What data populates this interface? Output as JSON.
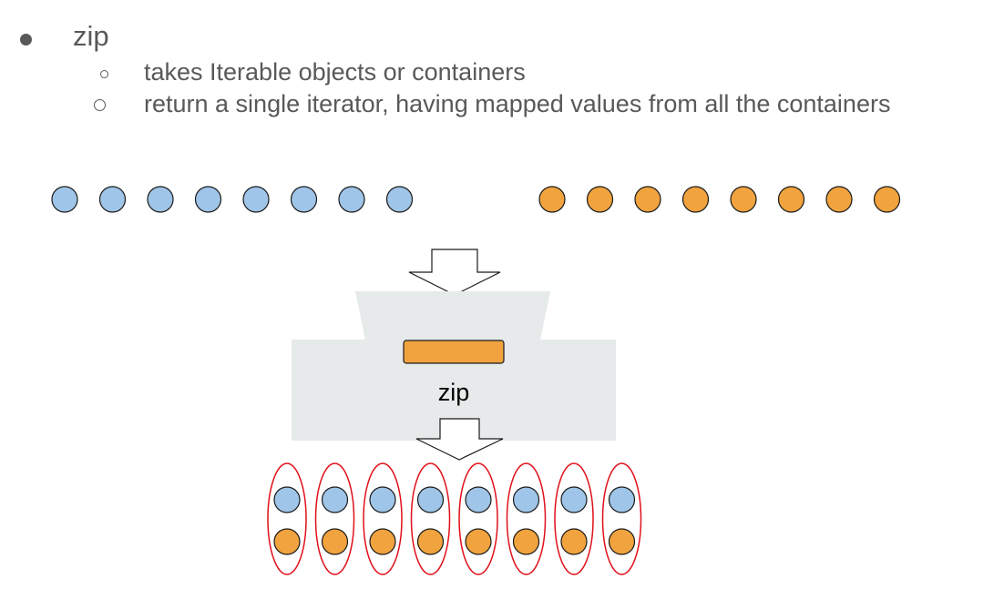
{
  "bullets": {
    "main": "zip",
    "sub": [
      "takes Iterable objects or containers",
      "return a single iterator, having mapped values from all the containers"
    ]
  },
  "diagram": {
    "box_label": "zip",
    "left_container_count": 8,
    "right_container_count": 8,
    "pair_count": 8,
    "colors": {
      "blue_fill": "#9fc5e8",
      "orange_fill": "#f0a33e",
      "machine_gray": "#e7eaea",
      "slot_fill": "#f0a33e",
      "pair_outline": "#e0101a",
      "arrow_fill": "#ffffff",
      "stroke": "#1a1a1a"
    }
  }
}
